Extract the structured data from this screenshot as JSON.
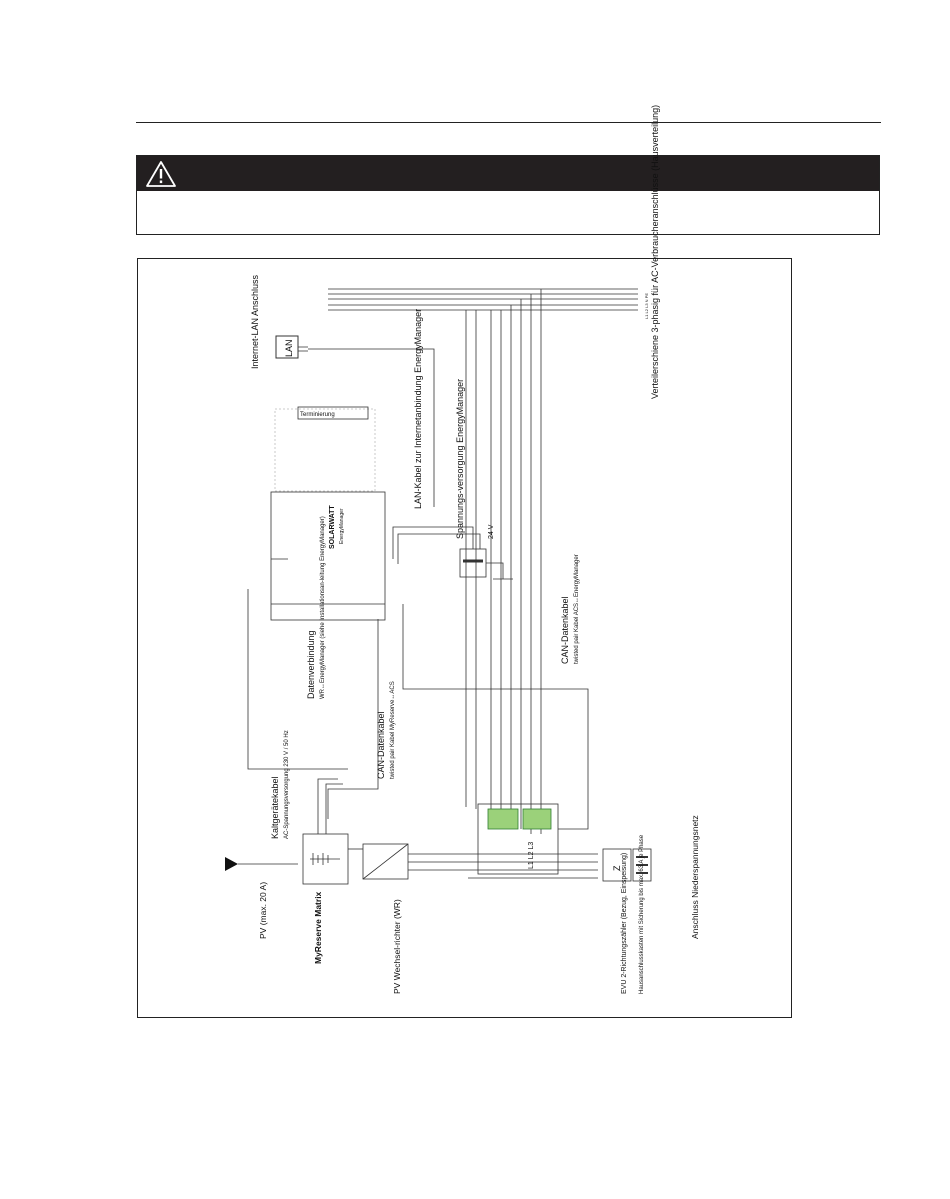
{
  "warning": {
    "icon": "warning-triangle-icon",
    "header_color": "#231f20",
    "text": ""
  },
  "labels": {
    "pv_input": "PV (max. 20 A)",
    "myreserve_matrix": "MyReserve Matrix",
    "pv_inverter": "PV Wechsel-richter (WR)",
    "evu_meter": "EVU 2-Richtungszähler (Bezug, Einspeisung)",
    "house_box": "Hausanschlusskasten mit Sicherung bis max. 63 A je Phase",
    "mains_connection": "Anschluss Niederspannungsnetz",
    "cold_device_cable_title": "Kaltgerätekabel",
    "cold_device_cable_sub": "AC-Spannungsversorgung 230 V / 50 Hz",
    "data_connection_title": "Datenverbindung",
    "data_connection_sub": "WR↔EnergyManager (siehe Installationsan-leitung EnergyManager)",
    "can_cable_1_title": "CAN-Datenkabel",
    "can_cable_1_sub": "twisted pair Kabel MyReserve↔ACS",
    "can_cable_2_title": "CAN-Datenkabel",
    "can_cable_2_sub": "twisted pair Kabel ACS↔EnergyManager",
    "power_supply_title": "Spannungs-versorgung EnergyManager",
    "power_supply_voltage": "24 V",
    "lan_cable": "LAN-Kabel zur Internetanbindung EnergyManager",
    "termination": "Terminierung",
    "internet_lan_title": "Internet-LAN Anschluss",
    "lan_box": "LAN",
    "busbar_title": "Verteilerschiene 3-phasig für AC-Verbraucheranschlüsse (Hausverteilung)",
    "busbar_lines": "L1 L2 L3 N PE",
    "solarwatt_brand": "SOLARWATT",
    "energy_manager": "EnergyManager",
    "phases": "L1  L2  L3",
    "meter_symbol": "Z"
  }
}
